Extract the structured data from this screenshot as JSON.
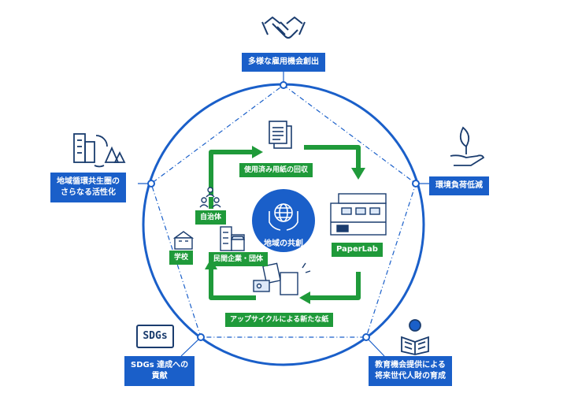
{
  "outer_nodes": {
    "top": "多様な雇用機会創出",
    "right": "環境負荷低減",
    "bottom_right": [
      "教育機会提供による",
      "将来世代人財の育成"
    ],
    "bottom_left": [
      "SDGs 達成への",
      "貢献"
    ],
    "left": [
      "地域循環共生圏の",
      "さらなる活性化"
    ]
  },
  "cycle": {
    "collect": "使用済み用紙の回収",
    "machine": "PaperLab",
    "upcycle": "アップサイクルによる新たな紙",
    "municipality": "自治体",
    "school": "学校",
    "company": "民間企業・団体"
  },
  "center": "地域の共創",
  "sdgs_logo": "SDGs",
  "colors": {
    "blue": "#1a5fc9",
    "dark_blue": "#1a3c6e",
    "green": "#1f9a3a",
    "light_blue": "#dce8f8"
  }
}
